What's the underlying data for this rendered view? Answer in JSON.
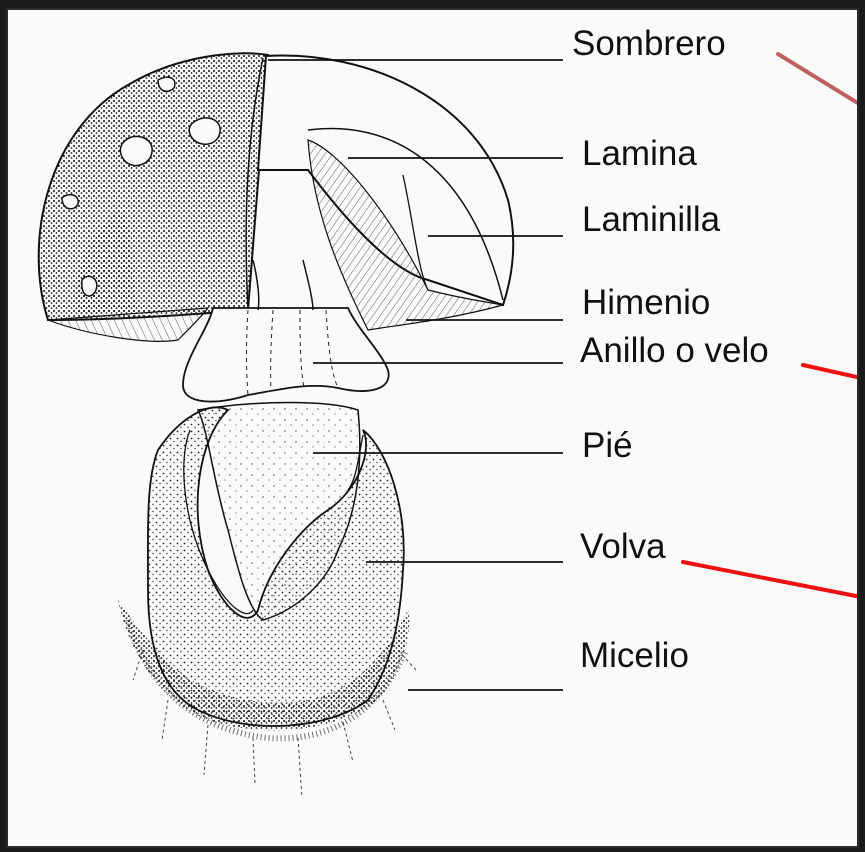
{
  "diagram": {
    "labels": {
      "sombrero": "Sombrero",
      "lamina": "Lamina",
      "laminilla": "Laminilla",
      "himenio": "Himenio",
      "anillo": "Anillo o velo",
      "pie": "Pié",
      "volva": "Volva",
      "micelio": "Micelio"
    },
    "colors": {
      "ink": "#111111",
      "pointer_red": "#ee1111",
      "pointer_muted": "#c0605e"
    }
  }
}
